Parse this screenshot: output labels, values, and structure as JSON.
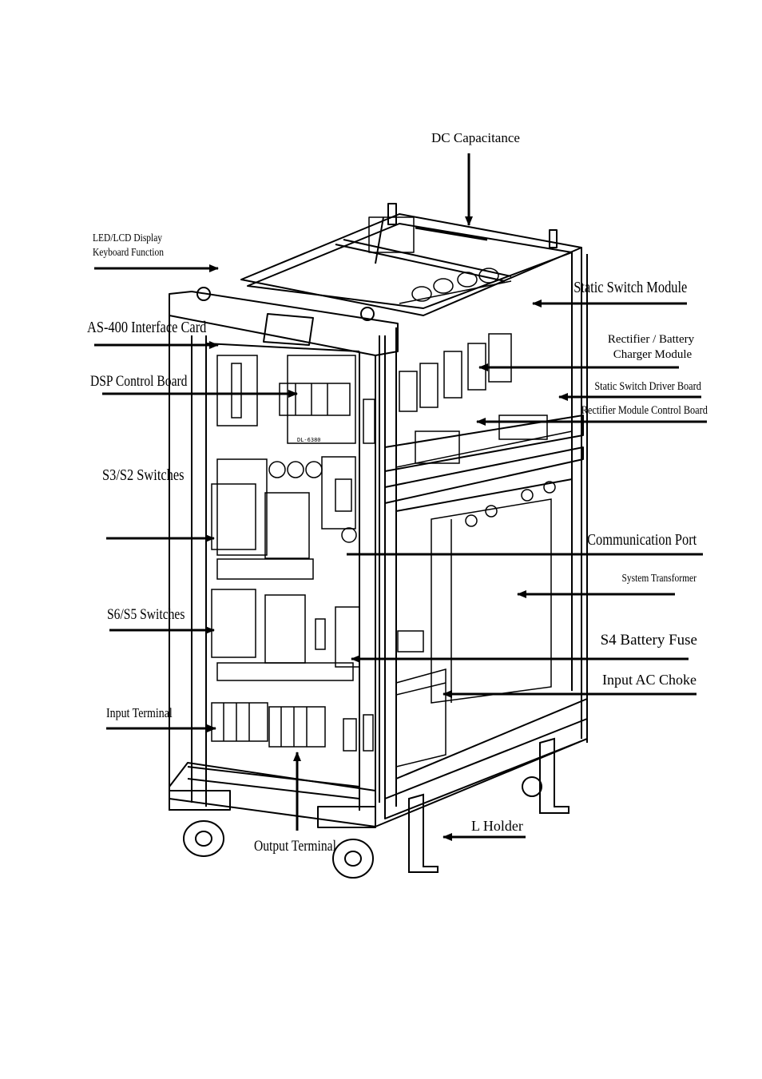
{
  "labels": {
    "dc_capacitance": "DC Capacitance",
    "led_lcd_display": "LED/LCD Display",
    "keyboard_function": "Keyboard Function",
    "static_switch_module": "Static Switch Module",
    "as400_interface_card": "AS-400 Interface Card",
    "rectifier_battery": "Rectifier / Battery",
    "charger_module": "Charger Module",
    "dsp_control_board": "DSP Control Board",
    "static_switch_driver_board": "Static Switch Driver Board",
    "rectifier_module_control_board": "Rectifier Module Control Board",
    "s3_s2_switches": "S3/S2 Switches",
    "communication_port": "Communication Port",
    "system_transformer": "System Transformer",
    "s6_s5_switches": "S6/S5 Switches",
    "s4_battery_fuse": "S4 Battery Fuse",
    "input_ac_choke": "Input AC Choke",
    "input_terminal": "Input Terminal",
    "l_holder": "L Holder",
    "output_terminal": "Output Terminal",
    "board_marking": "DL-6380"
  }
}
